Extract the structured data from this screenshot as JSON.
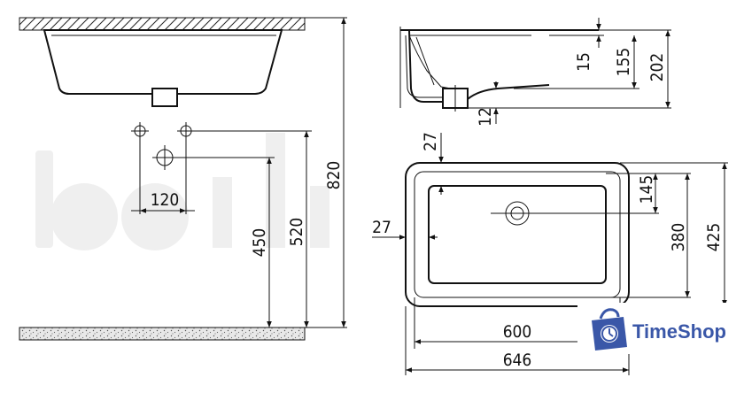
{
  "dimensions": {
    "front_hole_spacing": "120",
    "front_height_450": "450",
    "front_height_520": "520",
    "front_total_height": "820",
    "side_rim": "15",
    "side_depth_155": "155",
    "side_depth_202": "202",
    "side_drain": "12",
    "top_rim_top": "27",
    "top_rim_left": "27",
    "top_drain_offset": "145",
    "top_inner_depth": "380",
    "top_outer_depth": "425",
    "top_inner_width": "600",
    "top_outer_width": "646"
  },
  "brand": {
    "name": "TimeShop",
    "icon": "shopping-bag-clock-icon",
    "color": "#3a57a8"
  }
}
